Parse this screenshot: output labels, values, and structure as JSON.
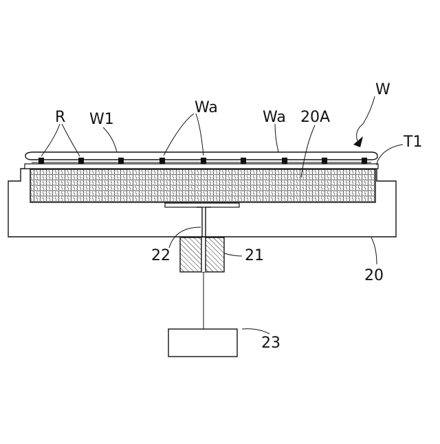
{
  "labels": {
    "r": "R",
    "w1": "W1",
    "wa_left": "Wa",
    "wa_right": "Wa",
    "w20a": "20A",
    "w": "W",
    "t1": "T1",
    "n22": "22",
    "n21": "21",
    "n20": "20",
    "n23": "23"
  }
}
